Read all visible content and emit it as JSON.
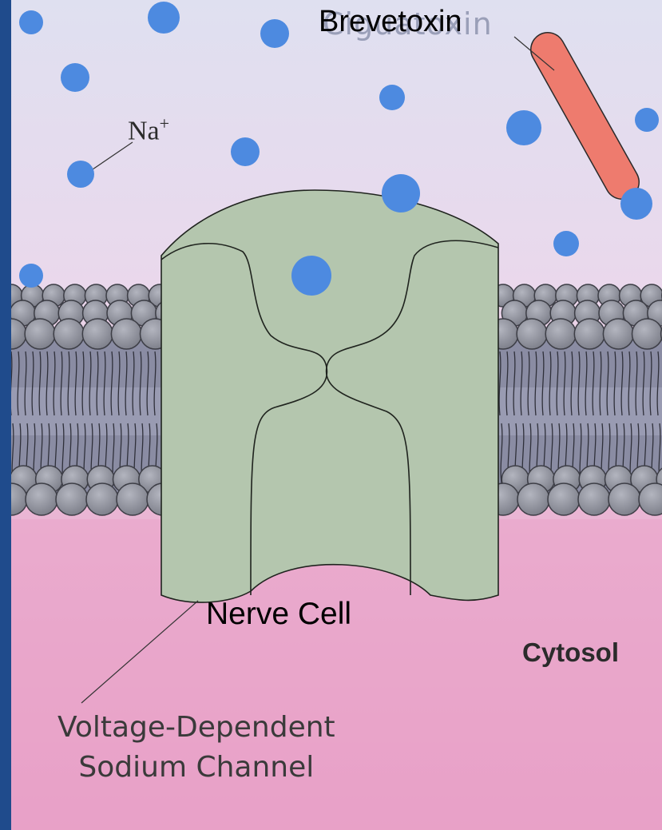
{
  "labels": {
    "toxin_overlay": "Brevetoxin",
    "toxin_underlying": "Ciguatoxin",
    "ion": "Na",
    "ion_charge": "+",
    "overlay_title": "Nerve Cell",
    "compartment": "Cytosol",
    "channel_line1": "Voltage-Dependent",
    "channel_line2": "Sodium Channel"
  },
  "colors": {
    "frame_border": "#1f4b8c",
    "extracellular": "#e7dbee",
    "cytosol": "#eaa4c8",
    "channel": "#b3c4ad",
    "ion": "#4e8be0",
    "toxin": "#ec7a6d",
    "lipid_head": "#8d8f9a"
  },
  "icons": [
    "sodium-ion-icon",
    "toxin-molecule-icon",
    "lipid-bilayer-icon",
    "sodium-channel-icon"
  ]
}
